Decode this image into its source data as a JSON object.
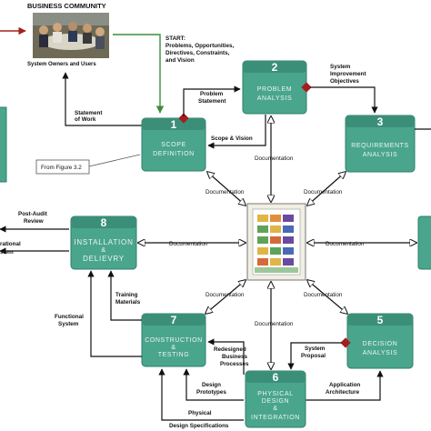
{
  "header": {
    "title": "BUSINESS COMMUNITY",
    "subtitle": "System Owners and Users"
  },
  "start": {
    "title": "START:",
    "lines": [
      "Problems, Opportunities,",
      "Directives, Constraints,",
      "and Vision"
    ]
  },
  "boxes": [
    {
      "num": "1",
      "lines": [
        "SCOPE",
        "DEFINITION"
      ]
    },
    {
      "num": "2",
      "lines": [
        "PROBLEM",
        "ANALYSIS"
      ]
    },
    {
      "num": "3",
      "lines": [
        "REQUIREMENTS",
        "ANALYSIS"
      ]
    },
    {
      "num": "5",
      "lines": [
        "DECISION",
        "ANALYSIS"
      ]
    },
    {
      "num": "6",
      "lines": [
        "PHYSICAL",
        "DESIGN",
        "&",
        "INTEGRATION"
      ]
    },
    {
      "num": "7",
      "lines": [
        "CONSTRUCTION",
        "&",
        "TESTING"
      ]
    },
    {
      "num": "8",
      "lines": [
        "INSTALLATION",
        "&",
        "DELIEVRY"
      ]
    }
  ],
  "labels": {
    "statement_of_work": [
      "Statement",
      "of Work"
    ],
    "problem_statement": [
      "Problem",
      "Statement"
    ],
    "system_improvement": [
      "System",
      "Improvement",
      "Objectives"
    ],
    "scope_vision": "Scope & Vision",
    "from_figure": "From Figure 3.2",
    "documentation": "Documentation",
    "post_audit": [
      "Post-Audit",
      "Review"
    ],
    "operational": [
      "rational",
      "stem"
    ],
    "training": [
      "Training",
      "Materials"
    ],
    "functional": [
      "Functional",
      "System"
    ],
    "redesigned": [
      "Redesigned",
      "Business",
      "Processes"
    ],
    "system_proposal": [
      "System",
      "Proposal"
    ],
    "application_arch": [
      "Application",
      "Architecture"
    ],
    "design_prototypes": [
      "Design",
      "Prototypes"
    ],
    "physical_specs": [
      "Physical",
      "Design Specifications"
    ]
  },
  "colors": {
    "box": "#4aa58d",
    "box_dark": "#3b8f79",
    "diamond": "#a51d1d",
    "start_arrow": "#3c8d3c"
  }
}
